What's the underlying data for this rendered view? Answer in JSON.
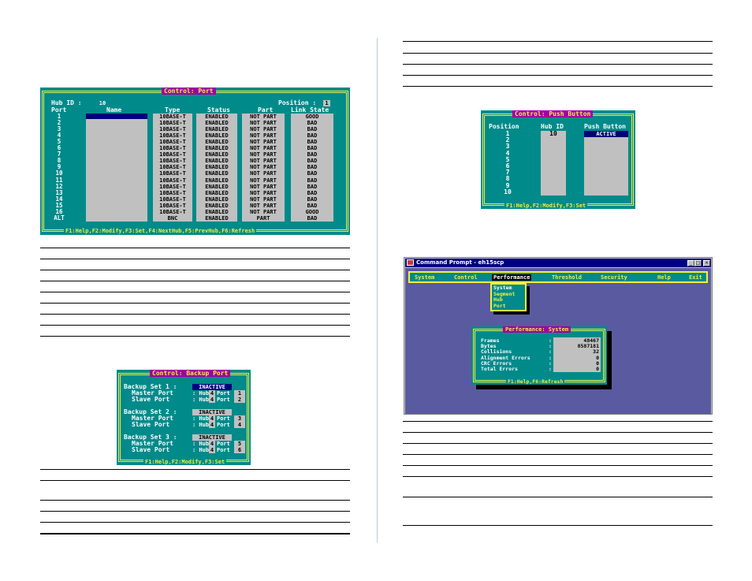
{
  "control_port": {
    "title": "Control: Port",
    "hub_id_label": "Hub ID   :",
    "hub_id_value": "10",
    "position_label": "Position :",
    "position_value": "1",
    "headers": {
      "port": "Port",
      "name": "Name",
      "type": "Type",
      "status": "Status",
      "part": "Part",
      "link": "Link State"
    },
    "ports": [
      "1",
      "2",
      "3",
      "4",
      "5",
      "6",
      "7",
      "8",
      "9",
      "10",
      "11",
      "12",
      "13",
      "14",
      "15",
      "16",
      "ALT"
    ],
    "types": [
      "10BASE-T",
      "10BASE-T",
      "10BASE-T",
      "10BASE-T",
      "10BASE-T",
      "10BASE-T",
      "10BASE-T",
      "10BASE-T",
      "10BASE-T",
      "10BASE-T",
      "10BASE-T",
      "10BASE-T",
      "10BASE-T",
      "10BASE-T",
      "10BASE-T",
      "10BASE-T",
      "BNC"
    ],
    "statuses": [
      "ENABLED",
      "ENABLED",
      "ENABLED",
      "ENABLED",
      "ENABLED",
      "ENABLED",
      "ENABLED",
      "ENABLED",
      "ENABLED",
      "ENABLED",
      "ENABLED",
      "ENABLED",
      "ENABLED",
      "ENABLED",
      "ENABLED",
      "ENABLED",
      "ENABLED"
    ],
    "parts": [
      "NOT PART",
      "NOT PART",
      "NOT PART",
      "NOT PART",
      "NOT PART",
      "NOT PART",
      "NOT PART",
      "NOT PART",
      "NOT PART",
      "NOT PART",
      "NOT PART",
      "NOT PART",
      "NOT PART",
      "NOT PART",
      "NOT PART",
      "NOT PART",
      "PART"
    ],
    "links": [
      "GOOD",
      "BAD",
      "BAD",
      "BAD",
      "BAD",
      "BAD",
      "BAD",
      "BAD",
      "BAD",
      "BAD",
      "BAD",
      "BAD",
      "BAD",
      "BAD",
      "BAD",
      "GOOD",
      "BAD"
    ],
    "footer": "F1:Help,F2:Modify,F3:Set,F4:NextHub,F5:PrevHub,F6:Refresh"
  },
  "control_backup": {
    "title": "Control: Backup Port",
    "sets": [
      {
        "label": "Backup Set 1 :",
        "state": "INACTIVE",
        "master_hub": "4",
        "master_port": "1",
        "slave_hub": "4",
        "slave_port": "2"
      },
      {
        "label": "Backup Set 2 :",
        "state": "INACTIVE",
        "master_hub": "4",
        "master_port": "3",
        "slave_hub": "4",
        "slave_port": "4"
      },
      {
        "label": "Backup Set 3 :",
        "state": "INACTIVE",
        "master_hub": "4",
        "master_port": "5",
        "slave_hub": "4",
        "slave_port": "6"
      }
    ],
    "master_label": "Master Port",
    "slave_label": "Slave Port",
    "hub_label": ": Hub",
    "port_label": "Port",
    "footer": "F1:Help,F2:Modify,F3:Set"
  },
  "control_push": {
    "title": "Control: Push Button",
    "headers": {
      "position": "Position",
      "hub": "Hub ID",
      "push": "Push Button"
    },
    "positions": [
      "1",
      "2",
      "3",
      "4",
      "5",
      "6",
      "7",
      "8",
      "9",
      "10"
    ],
    "hub_value": "10",
    "push_value": "ACTIVE",
    "footer": "F1:Help,F2:Modify,F3:Set"
  },
  "command_prompt": {
    "title": "Command Prompt - eh15scp",
    "menu": [
      "System",
      "Control",
      "Performance",
      "Threshold",
      "Security",
      "Help",
      "Exit"
    ],
    "dropdown": [
      "System",
      "Segment",
      "Hub",
      "Port"
    ],
    "perf_title": "Performance: System",
    "stats": [
      {
        "label": "Frames",
        "value": "48467"
      },
      {
        "label": "Bytes",
        "value": "8587181"
      },
      {
        "label": "Collisions",
        "value": "32"
      },
      {
        "label": "Alignment Errors",
        "value": "0"
      },
      {
        "label": "CRC Errors",
        "value": "0"
      },
      {
        "label": "Total Errors",
        "value": "0"
      }
    ],
    "perf_footer": "F1:Help,F6:Refresh"
  }
}
